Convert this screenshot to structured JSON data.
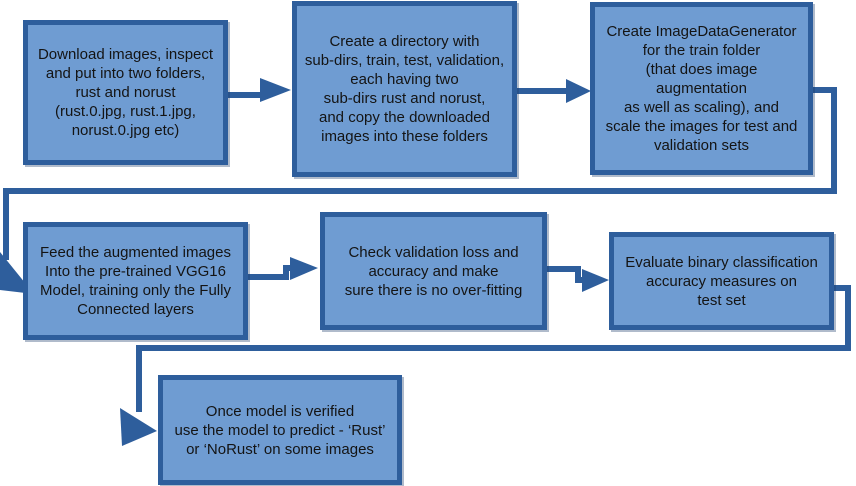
{
  "colors": {
    "box_fill": "#6f9cd2",
    "box_border": "#2e5e9c",
    "connector": "#2e5e9c",
    "text": "#141414",
    "background": "#ffffff"
  },
  "flowchart": {
    "boxes": [
      {
        "id": "download-images",
        "lines": [
          "Download images, inspect",
          "and put into two folders,",
          "rust and norust",
          "(rust.0.jpg, rust.1.jpg,",
          "norust.0.jpg etc)"
        ]
      },
      {
        "id": "create-directory",
        "lines": [
          "Create a directory with",
          "sub-dirs, train, test, validation,",
          "each having two",
          "sub-dirs rust and norust,",
          "and copy the downloaded",
          "images into these folders"
        ]
      },
      {
        "id": "create-imagedatagenerator",
        "lines": [
          "Create ImageDataGenerator",
          "for the train folder",
          "(that does image augmentation",
          "as well as scaling), and",
          "scale the images for test and",
          "validation sets"
        ]
      },
      {
        "id": "feed-vgg16",
        "lines": [
          "Feed the augmented images",
          "Into the pre-trained VGG16",
          "Model, training only the Fully",
          "Connected layers"
        ]
      },
      {
        "id": "check-validation",
        "lines": [
          "Check validation loss and",
          "accuracy and make",
          "sure there is no over-fitting"
        ]
      },
      {
        "id": "evaluate-accuracy",
        "lines": [
          "Evaluate binary classification",
          "accuracy measures on",
          "test set"
        ]
      },
      {
        "id": "predict",
        "lines": [
          "Once model is verified",
          "use the model to predict - ‘Rust’",
          "or ‘NoRust’ on some images"
        ]
      }
    ]
  }
}
